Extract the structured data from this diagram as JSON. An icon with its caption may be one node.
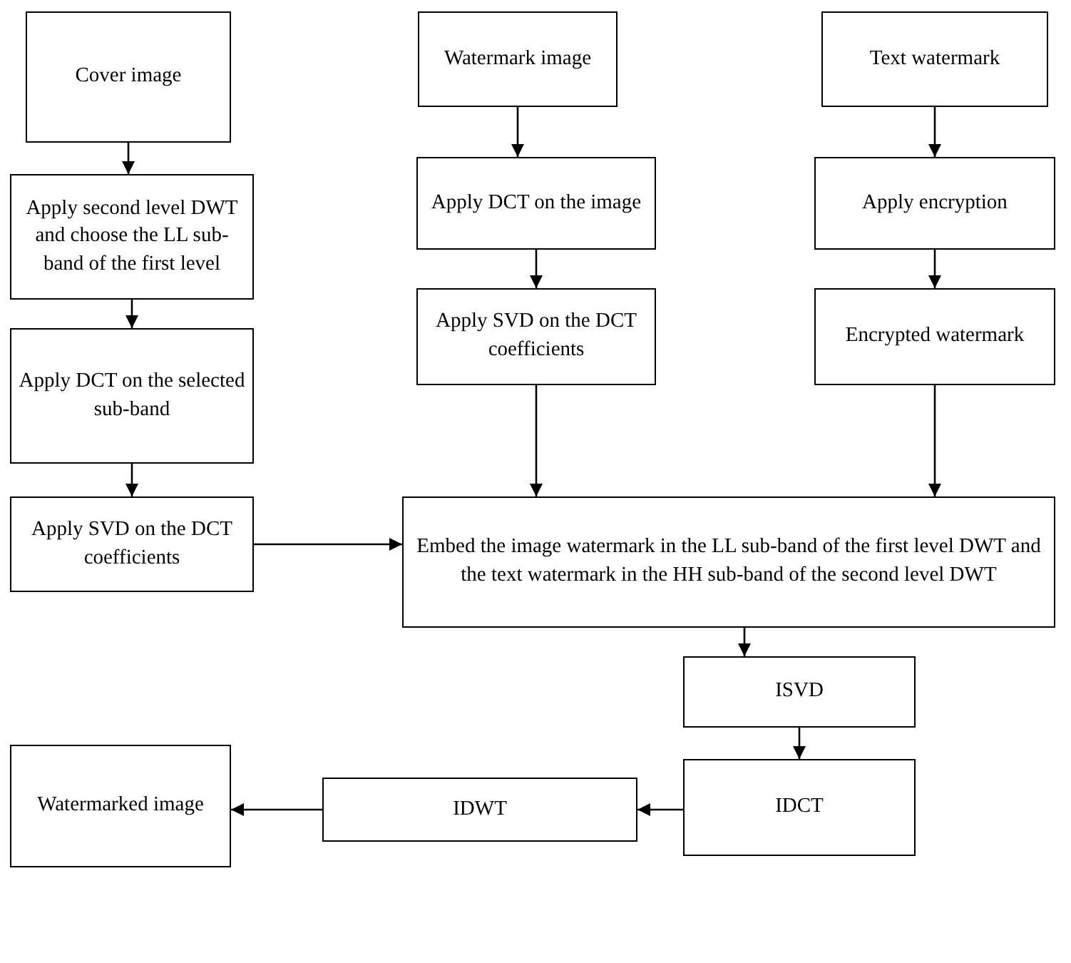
{
  "diagram": {
    "nodes": [
      {
        "text": [
          "Cover image"
        ]
      },
      {
        "text": [
          "Watermark image"
        ]
      },
      {
        "text": [
          "Text watermark"
        ]
      },
      {
        "text": [
          "Apply second level DWT and choose the LL sub-band of the first level"
        ]
      },
      {
        "text": [
          "Apply DCT on the image"
        ]
      },
      {
        "text": [
          "Apply encryption"
        ]
      },
      {
        "text": [
          "Apply DCT on the selected sub-band"
        ]
      },
      {
        "text": [
          "Apply SVD on the DCT coefficients"
        ]
      },
      {
        "text": [
          "Encrypted watermark"
        ]
      },
      {
        "text": [
          "Apply SVD on the DCT coefficients"
        ]
      },
      {
        "text": [
          "Embed the image watermark in the LL sub-band of the first level DWT and the text watermark in the HH sub-band of the second level DWT"
        ]
      },
      {
        "text": [
          "ISVD"
        ]
      },
      {
        "text": [
          "IDCT"
        ]
      },
      {
        "text": [
          "IDWT"
        ]
      },
      {
        "text": [
          "Watermarked image"
        ]
      }
    ],
    "edges": [
      {
        "from": 0,
        "to": 3,
        "arrow": "to"
      },
      {
        "from": 3,
        "to": 6,
        "arrow": "to"
      },
      {
        "from": 6,
        "to": 9,
        "arrow": "to"
      },
      {
        "from": 9,
        "to": 10,
        "arrow": "to"
      },
      {
        "from": 1,
        "to": 4,
        "arrow": "to"
      },
      {
        "from": 4,
        "to": 7,
        "arrow": "to"
      },
      {
        "from": 7,
        "to": 10,
        "arrow": "to"
      },
      {
        "from": 2,
        "to": 5,
        "arrow": "to"
      },
      {
        "from": 5,
        "to": 8,
        "arrow": "to"
      },
      {
        "from": 8,
        "to": 10,
        "arrow": "to"
      },
      {
        "from": 10,
        "to": 11,
        "arrow": "to"
      },
      {
        "from": 11,
        "to": 12,
        "arrow": "to"
      },
      {
        "from": 12,
        "to": 13,
        "arrow": "to"
      },
      {
        "from": 13,
        "to": 14,
        "arrow": "to"
      }
    ]
  }
}
